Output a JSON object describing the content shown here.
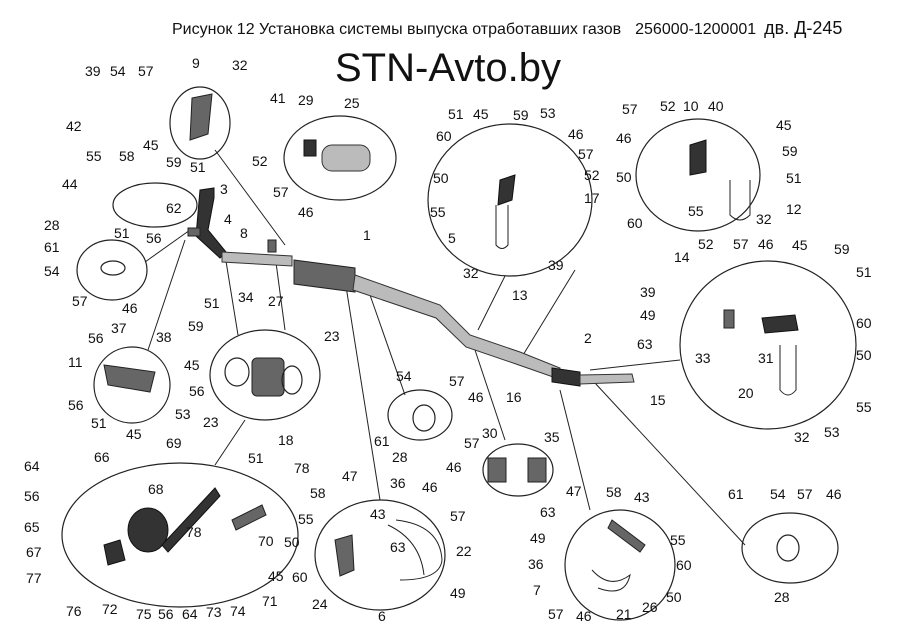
{
  "header": {
    "figure_title": "Рисунок 12  Установка системы выпуска отработавших газов",
    "part_code": "256000-1200001",
    "engine": "дв. Д-245"
  },
  "watermark": "STN-Avto.by",
  "callouts": [
    {
      "id": "c39a",
      "text": "39"
    },
    {
      "id": "c54a",
      "text": "54"
    },
    {
      "id": "c57a",
      "text": "57"
    },
    {
      "id": "c9",
      "text": "9"
    },
    {
      "id": "c32a",
      "text": "32"
    },
    {
      "id": "c42",
      "text": "42"
    },
    {
      "id": "c55a",
      "text": "55"
    },
    {
      "id": "c58a",
      "text": "58"
    },
    {
      "id": "c45a",
      "text": "45"
    },
    {
      "id": "c59a",
      "text": "59"
    },
    {
      "id": "c51a",
      "text": "51"
    },
    {
      "id": "c41",
      "text": "41"
    },
    {
      "id": "c29",
      "text": "29"
    },
    {
      "id": "c25",
      "text": "25"
    },
    {
      "id": "c52a",
      "text": "52"
    },
    {
      "id": "c57b",
      "text": "57"
    },
    {
      "id": "c46a",
      "text": "46"
    },
    {
      "id": "c51b",
      "text": "51"
    },
    {
      "id": "c45b",
      "text": "45"
    },
    {
      "id": "c59b",
      "text": "59"
    },
    {
      "id": "c53a",
      "text": "53"
    },
    {
      "id": "c60a",
      "text": "60"
    },
    {
      "id": "c46b",
      "text": "46"
    },
    {
      "id": "c57c",
      "text": "57"
    },
    {
      "id": "c50a",
      "text": "50"
    },
    {
      "id": "c52b",
      "text": "52"
    },
    {
      "id": "c17",
      "text": "17"
    },
    {
      "id": "c55b",
      "text": "55"
    },
    {
      "id": "c5",
      "text": "5"
    },
    {
      "id": "c32b",
      "text": "32"
    },
    {
      "id": "c39b",
      "text": "39"
    },
    {
      "id": "c57d",
      "text": "57"
    },
    {
      "id": "c52c",
      "text": "52"
    },
    {
      "id": "c10",
      "text": "10"
    },
    {
      "id": "c40",
      "text": "40"
    },
    {
      "id": "c46c",
      "text": "46"
    },
    {
      "id": "c45c",
      "text": "45"
    },
    {
      "id": "c59c",
      "text": "59"
    },
    {
      "id": "c50b",
      "text": "50"
    },
    {
      "id": "c51c",
      "text": "51"
    },
    {
      "id": "c60b",
      "text": "60"
    },
    {
      "id": "c55c",
      "text": "55"
    },
    {
      "id": "c32c",
      "text": "32"
    },
    {
      "id": "c12",
      "text": "12"
    },
    {
      "id": "c44",
      "text": "44"
    },
    {
      "id": "c3",
      "text": "3"
    },
    {
      "id": "c62",
      "text": "62"
    },
    {
      "id": "c51d",
      "text": "51"
    },
    {
      "id": "c56a",
      "text": "56"
    },
    {
      "id": "c4",
      "text": "4"
    },
    {
      "id": "c28a",
      "text": "28"
    },
    {
      "id": "c61a",
      "text": "61"
    },
    {
      "id": "c54b",
      "text": "54"
    },
    {
      "id": "c57e",
      "text": "57"
    },
    {
      "id": "c46d",
      "text": "46"
    },
    {
      "id": "c8",
      "text": "8"
    },
    {
      "id": "c1",
      "text": "1"
    },
    {
      "id": "c13",
      "text": "13"
    },
    {
      "id": "c2",
      "text": "2"
    },
    {
      "id": "c16",
      "text": "16"
    },
    {
      "id": "c15",
      "text": "15"
    },
    {
      "id": "c14",
      "text": "14"
    },
    {
      "id": "c52d",
      "text": "52"
    },
    {
      "id": "c57f",
      "text": "57"
    },
    {
      "id": "c46e",
      "text": "46"
    },
    {
      "id": "c45d",
      "text": "45"
    },
    {
      "id": "c59d",
      "text": "59"
    },
    {
      "id": "c51e",
      "text": "51"
    },
    {
      "id": "c39c",
      "text": "39"
    },
    {
      "id": "c49a",
      "text": "49"
    },
    {
      "id": "c60c",
      "text": "60"
    },
    {
      "id": "c63a",
      "text": "63"
    },
    {
      "id": "c33",
      "text": "33"
    },
    {
      "id": "c31",
      "text": "31"
    },
    {
      "id": "c50c",
      "text": "50"
    },
    {
      "id": "c20",
      "text": "20"
    },
    {
      "id": "c55d",
      "text": "55"
    },
    {
      "id": "c32d",
      "text": "32"
    },
    {
      "id": "c53b",
      "text": "53"
    },
    {
      "id": "c51f",
      "text": "51"
    },
    {
      "id": "c34",
      "text": "34"
    },
    {
      "id": "c27",
      "text": "27"
    },
    {
      "id": "c59e",
      "text": "59"
    },
    {
      "id": "c23a",
      "text": "23"
    },
    {
      "id": "c45e",
      "text": "45"
    },
    {
      "id": "c23b",
      "text": "23"
    },
    {
      "id": "c18",
      "text": "18"
    },
    {
      "id": "c56b",
      "text": "56"
    },
    {
      "id": "c37",
      "text": "37"
    },
    {
      "id": "c38",
      "text": "38"
    },
    {
      "id": "c11",
      "text": "11"
    },
    {
      "id": "c56c",
      "text": "56"
    },
    {
      "id": "c56d",
      "text": "56"
    },
    {
      "id": "c51g",
      "text": "51"
    },
    {
      "id": "c53c",
      "text": "53"
    },
    {
      "id": "c45f",
      "text": "45"
    },
    {
      "id": "c54c",
      "text": "54"
    },
    {
      "id": "c57g",
      "text": "57"
    },
    {
      "id": "c46f",
      "text": "46"
    },
    {
      "id": "c61b",
      "text": "61"
    },
    {
      "id": "c28b",
      "text": "28"
    },
    {
      "id": "c57h",
      "text": "57"
    },
    {
      "id": "c30",
      "text": "30"
    },
    {
      "id": "c35",
      "text": "35"
    },
    {
      "id": "c46g",
      "text": "46"
    },
    {
      "id": "c64a",
      "text": "64"
    },
    {
      "id": "c66",
      "text": "66"
    },
    {
      "id": "c69",
      "text": "69"
    },
    {
      "id": "c56e",
      "text": "56"
    },
    {
      "id": "c68",
      "text": "68"
    },
    {
      "id": "c65",
      "text": "65"
    },
    {
      "id": "c67",
      "text": "67"
    },
    {
      "id": "c77",
      "text": "77"
    },
    {
      "id": "c76",
      "text": "76"
    },
    {
      "id": "c72",
      "text": "72"
    },
    {
      "id": "c75",
      "text": "75"
    },
    {
      "id": "c56f",
      "text": "56"
    },
    {
      "id": "c64b",
      "text": "64"
    },
    {
      "id": "c73",
      "text": "73"
    },
    {
      "id": "c74",
      "text": "74"
    },
    {
      "id": "c78a",
      "text": "78"
    },
    {
      "id": "c78b",
      "text": "78"
    },
    {
      "id": "c51h",
      "text": "51"
    },
    {
      "id": "c70",
      "text": "70"
    },
    {
      "id": "c45g",
      "text": "45"
    },
    {
      "id": "c71",
      "text": "71"
    },
    {
      "id": "c47a",
      "text": "47"
    },
    {
      "id": "c58b",
      "text": "58"
    },
    {
      "id": "c36a",
      "text": "36"
    },
    {
      "id": "c46h",
      "text": "46"
    },
    {
      "id": "c55e",
      "text": "55"
    },
    {
      "id": "c43a",
      "text": "43"
    },
    {
      "id": "c57i",
      "text": "57"
    },
    {
      "id": "c50d",
      "text": "50"
    },
    {
      "id": "c63b",
      "text": "63"
    },
    {
      "id": "c22",
      "text": "22"
    },
    {
      "id": "c60d",
      "text": "60"
    },
    {
      "id": "c24",
      "text": "24"
    },
    {
      "id": "c49b",
      "text": "49"
    },
    {
      "id": "c6",
      "text": "6"
    },
    {
      "id": "c47b",
      "text": "47"
    },
    {
      "id": "c58c",
      "text": "58"
    },
    {
      "id": "c43b",
      "text": "43"
    },
    {
      "id": "c63c",
      "text": "63"
    },
    {
      "id": "c49c",
      "text": "49"
    },
    {
      "id": "c55f",
      "text": "55"
    },
    {
      "id": "c36b",
      "text": "36"
    },
    {
      "id": "c60e",
      "text": "60"
    },
    {
      "id": "c7",
      "text": "7"
    },
    {
      "id": "c50e",
      "text": "50"
    },
    {
      "id": "c57j",
      "text": "57"
    },
    {
      "id": "c46i",
      "text": "46"
    },
    {
      "id": "c21",
      "text": "21"
    },
    {
      "id": "c26",
      "text": "26"
    },
    {
      "id": "c61c",
      "text": "61"
    },
    {
      "id": "c54d",
      "text": "54"
    },
    {
      "id": "c57k",
      "text": "57"
    },
    {
      "id": "c46j",
      "text": "46"
    },
    {
      "id": "c28c",
      "text": "28"
    }
  ]
}
